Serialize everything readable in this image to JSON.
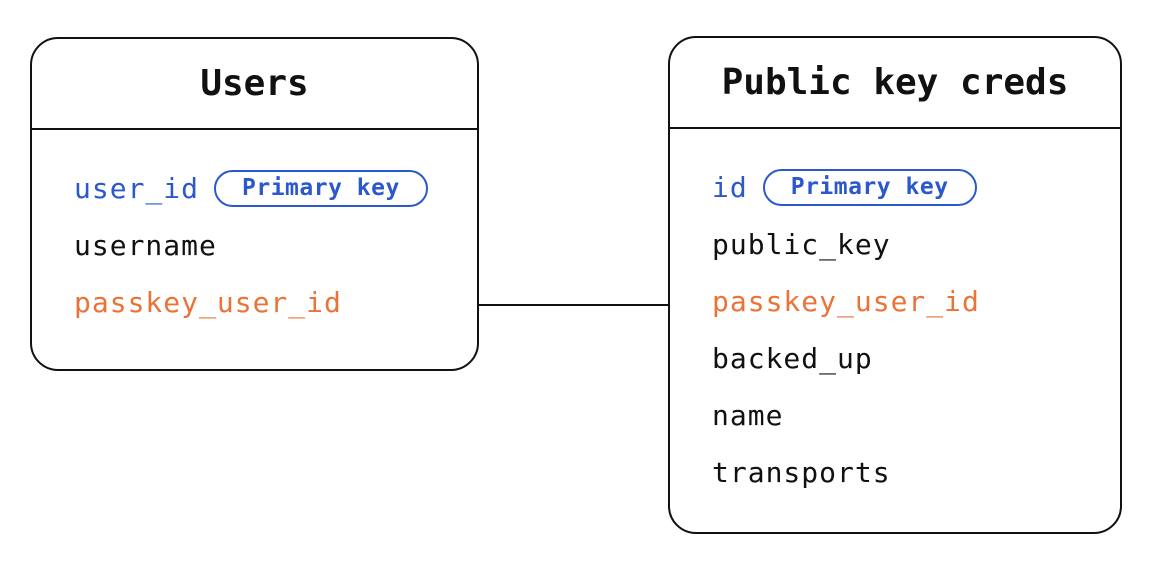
{
  "colors": {
    "ink": "#111111",
    "primary_key_blue": "#2b58cc",
    "foreign_key_orange": "#eb7337",
    "background": "#ffffff"
  },
  "tables": [
    {
      "title": "Users",
      "fields": [
        {
          "name": "user_id",
          "color": "blue",
          "badge": "Primary key"
        },
        {
          "name": "username",
          "color": "ink"
        },
        {
          "name": "passkey_user_id",
          "color": "orange"
        }
      ]
    },
    {
      "title": "Public key creds",
      "fields": [
        {
          "name": "id",
          "color": "blue",
          "badge": "Primary key"
        },
        {
          "name": "public_key",
          "color": "ink"
        },
        {
          "name": "passkey_user_id",
          "color": "orange"
        },
        {
          "name": "backed_up",
          "color": "ink"
        },
        {
          "name": "name",
          "color": "ink"
        },
        {
          "name": "transports",
          "color": "ink"
        }
      ]
    }
  ],
  "relationship": {
    "from_table": "Users",
    "from_field": "passkey_user_id",
    "to_table": "Public key creds",
    "to_field": "passkey_user_id"
  }
}
